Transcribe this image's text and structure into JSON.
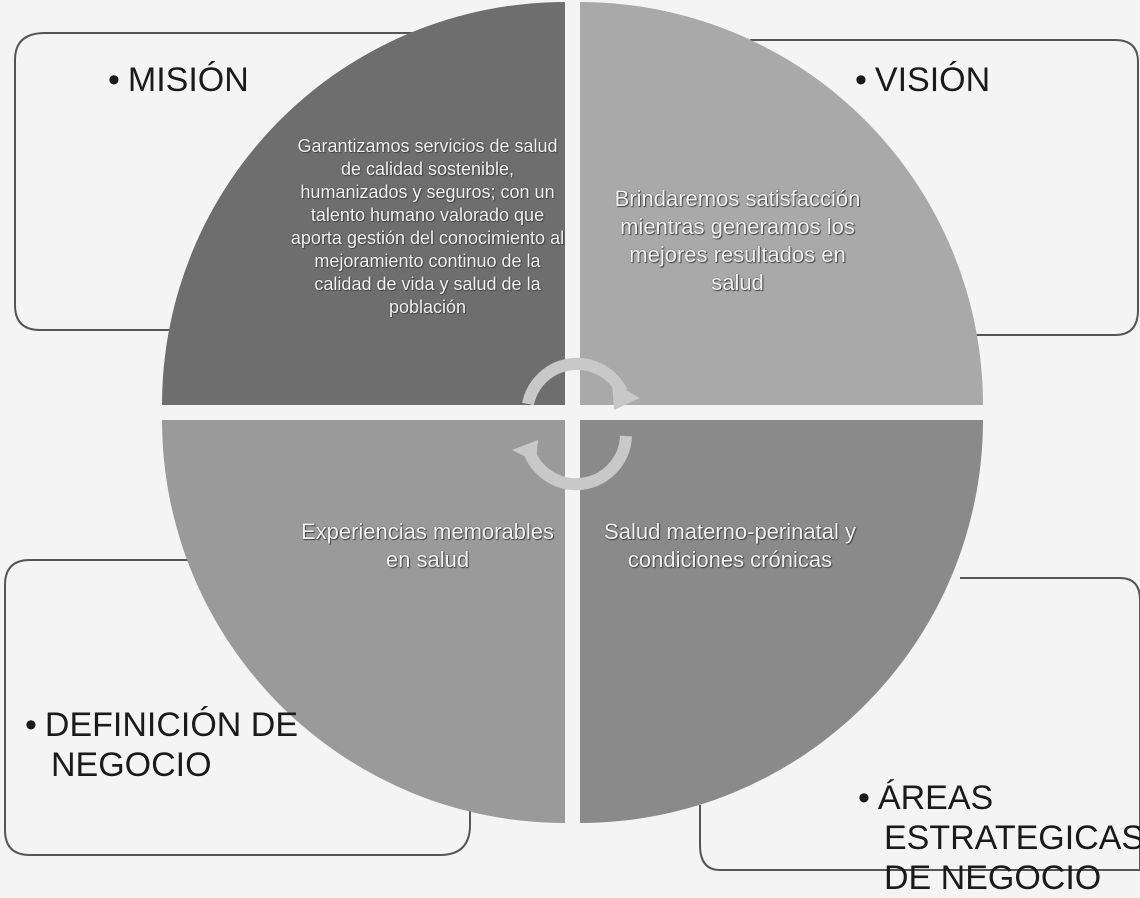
{
  "corners": {
    "mision_label": "MISIÓN",
    "vision_label": "VISIÓN",
    "definicion_label_line1": "DEFINICIÓN DE",
    "definicion_label_line2": "NEGOCIO",
    "areas_label_line1": "ÁREAS",
    "areas_label_line2": "ESTRATEGICAS",
    "areas_label_line3": "DE NEGOCIO",
    "bullet": "•"
  },
  "quadrants": {
    "mision_text": "Garantizamos servicios de salud de calidad sostenible, humanizados y seguros; con un talento humano valorado que aporta gestión del conocimiento al mejoramiento continuo de la calidad de vida y salud de la población",
    "vision_text": "Brindaremos satisfacción mientras generamos los mejores resultados en salud",
    "definicion_text": "Experiencias memorables en salud",
    "areas_text": "Salud materno-perinatal y condiciones crónicas"
  },
  "colors": {
    "background": "#f4f4f4",
    "q_mision": "#6e6e6e",
    "q_vision": "#a9a9a9",
    "q_definicion": "#9a9a9a",
    "q_areas": "#8a8a8a",
    "box_border": "#555555"
  },
  "icons": [
    "cycle-arrows-icon"
  ]
}
